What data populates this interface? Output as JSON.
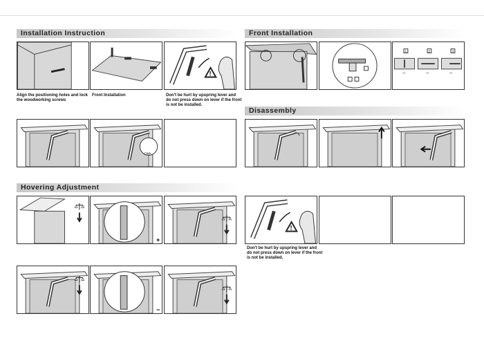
{
  "sections": {
    "installation": "Installation Instruction",
    "front": "Front Installation",
    "disassembly": "Disassembly",
    "hovering": "Hovering Adjustment"
  },
  "captions": {
    "align": "Align the positioning holes and lock the woodworking screws",
    "front_install": "Front Installation",
    "warning_left": "Don't be hurt by upspring lever and do not press down on lever if the front is not be installed.",
    "warning_right": "Don't be hurt by upspring lever and do not press down on lever if the front is not be installed."
  },
  "labels": {
    "click": "Click",
    "step1": "1",
    "step2": "2",
    "step3": "3",
    "x2": "x2",
    "plus": "+",
    "minus": "−"
  }
}
